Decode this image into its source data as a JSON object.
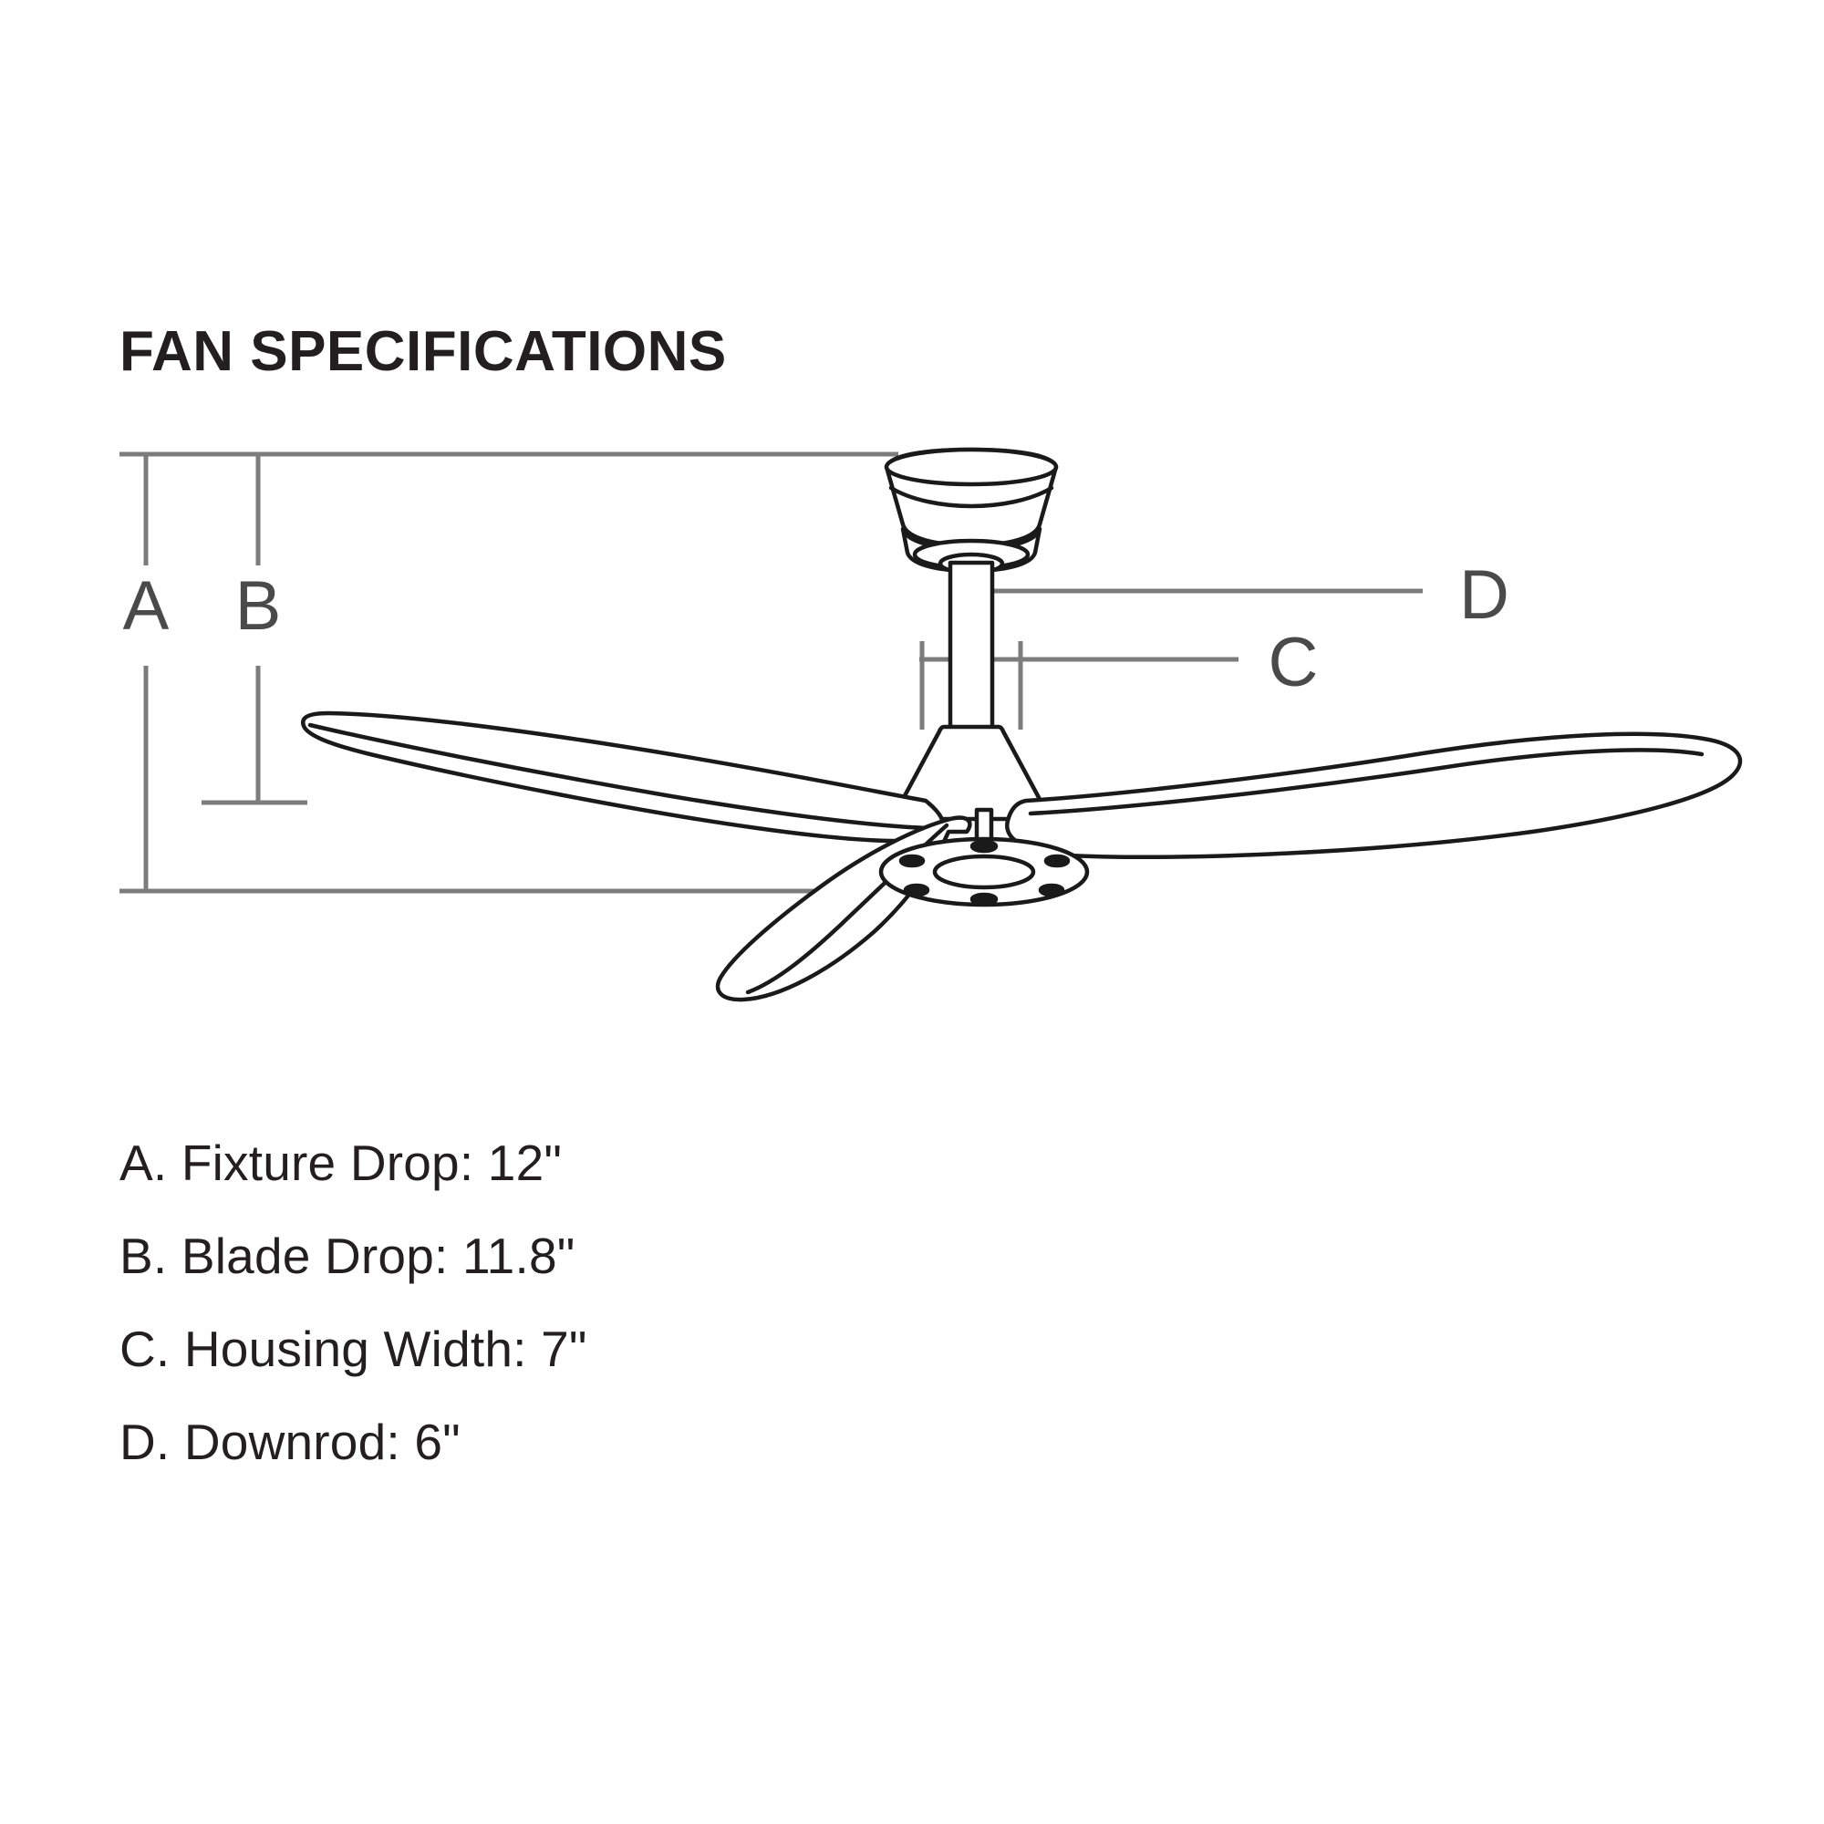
{
  "page": {
    "title": "FAN SPECIFICATIONS",
    "background_color": "#ffffff",
    "text_color": "#231f20"
  },
  "diagram": {
    "name": "ceiling-fan-dimension-drawing",
    "line_color": "#7c7c7c",
    "drawing_color": "#1a1a1a",
    "callouts": [
      {
        "key": "A",
        "label": "A",
        "measures": "Fixture Drop"
      },
      {
        "key": "B",
        "label": "B",
        "measures": "Blade Drop"
      },
      {
        "key": "C",
        "label": "C",
        "measures": "Housing Width"
      },
      {
        "key": "D",
        "label": "D",
        "measures": "Downrod"
      }
    ],
    "parts": [
      "ceiling-canopy",
      "downrod",
      "motor-housing",
      "blade-left",
      "blade-right",
      "blade-front",
      "hub-plate"
    ]
  },
  "specs": [
    {
      "key": "A",
      "text": "A. Fixture Drop: 12\"",
      "label": "Fixture Drop",
      "value": "12\""
    },
    {
      "key": "B",
      "text": "B. Blade Drop: 11.8\"",
      "label": "Blade Drop",
      "value": "11.8\""
    },
    {
      "key": "C",
      "text": "C. Housing Width: 7\"",
      "label": "Housing Width",
      "value": "7\""
    },
    {
      "key": "D",
      "text": "D. Downrod: 6\"",
      "label": "Downrod",
      "value": "6\""
    }
  ]
}
